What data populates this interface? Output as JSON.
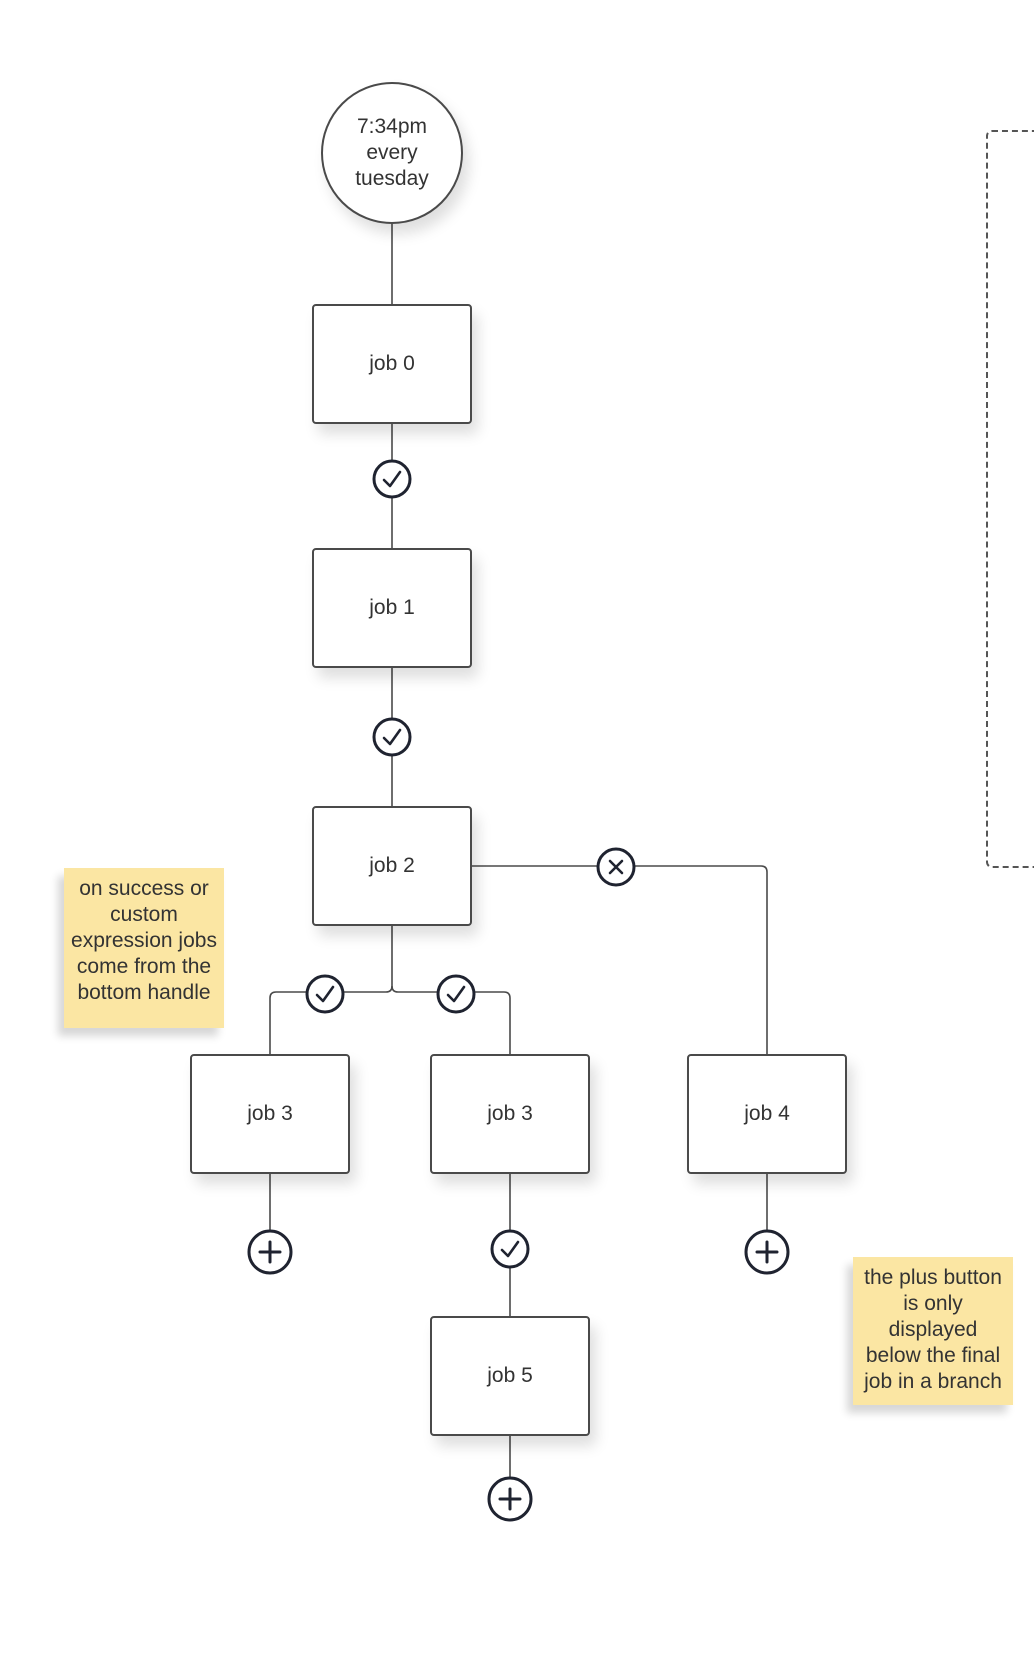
{
  "trigger": {
    "lines": [
      "7:34pm",
      "every",
      "tuesday"
    ]
  },
  "jobs": {
    "job0": "job 0",
    "job1": "job 1",
    "job2": "job 2",
    "job3a": "job 3",
    "job3b": "job 3",
    "job4": "job 4",
    "job5": "job 5"
  },
  "notes": {
    "left": [
      "on success or",
      "custom",
      "expression jobs",
      "come from the",
      "bottom handle"
    ],
    "right": [
      "the plus button",
      "is only",
      "displayed",
      "below the final",
      "job in a branch"
    ]
  },
  "edge_badges": {
    "success": "check-icon",
    "failure": "cross-icon",
    "add": "plus-icon"
  },
  "colors": {
    "node_border": "#4a4a4a",
    "edge": "#4a4a4a",
    "sticky": "#fbe6a3",
    "icon": "#1f2330"
  }
}
